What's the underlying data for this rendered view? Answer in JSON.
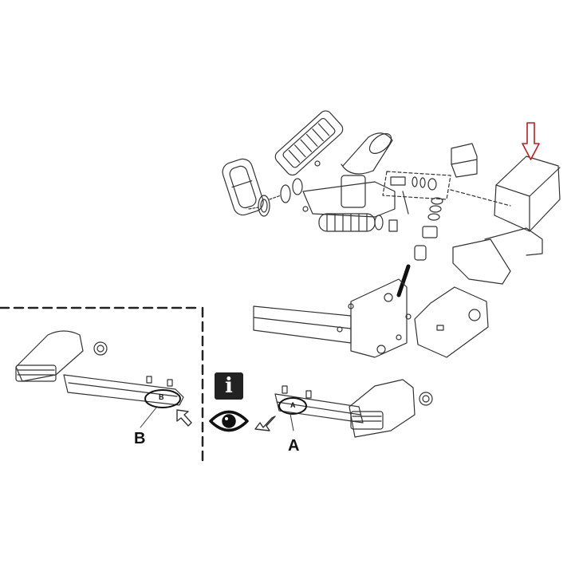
{
  "diagram": {
    "title": "",
    "type": "exploded-assembly",
    "labels": {
      "callout_a_letter": "A",
      "callout_b_letter": "B",
      "tag_a": "A",
      "tag_b": "B",
      "info_symbol": "i"
    },
    "icons": [
      "info-icon",
      "eye-icon",
      "pointer-arrow-icon",
      "down-arrow-icon"
    ],
    "colors": {
      "line": "#222222",
      "highlight_arrow": "#b22222",
      "background": "#ffffff"
    },
    "regions": [
      {
        "name": "exploded-motor-assembly",
        "description": "Exploded view of motor, gears, housing and arm"
      },
      {
        "name": "inset-view-b",
        "description": "Dashed inset showing arm with label B"
      },
      {
        "name": "view-a",
        "description": "Arm assembly showing label A"
      }
    ]
  }
}
